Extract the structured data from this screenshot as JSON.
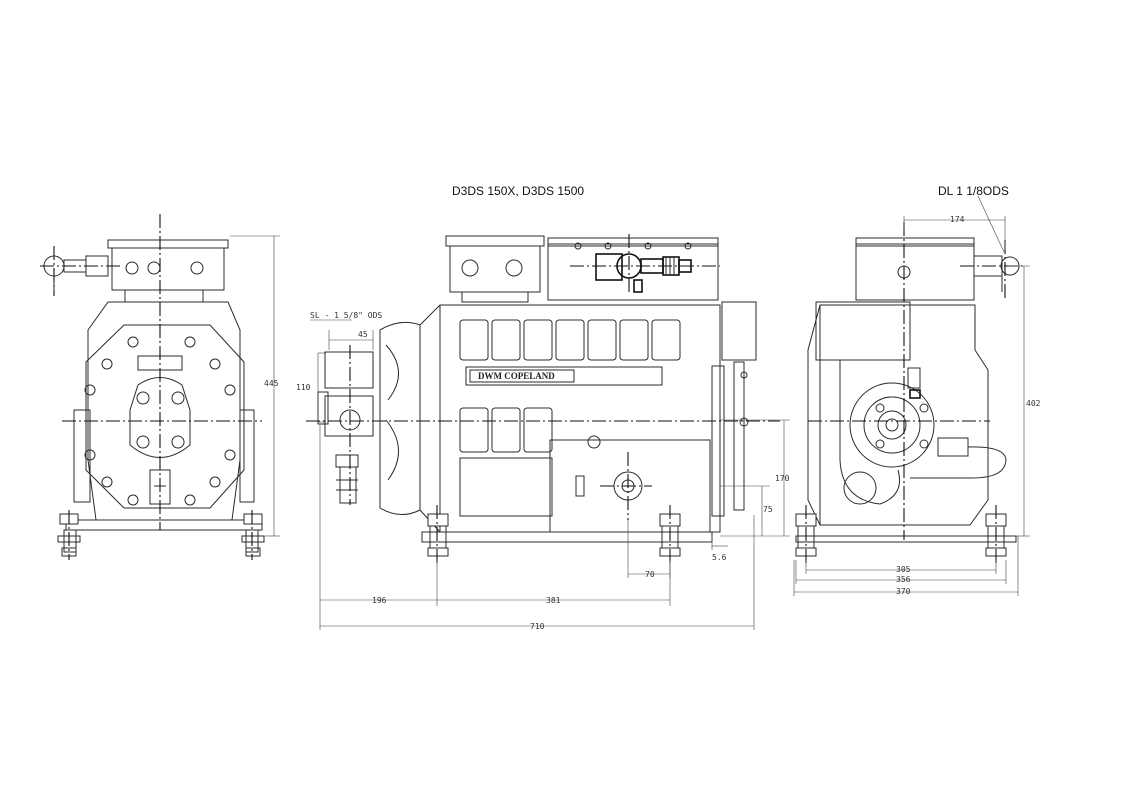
{
  "titles": {
    "model": "D3DS 150X, D3DS 1500",
    "discharge": "DL  1 1/8ODS"
  },
  "labels": {
    "suction": "SL - 1 5/8\" ODS",
    "brand": "DWM COPELAND"
  },
  "dimensions": {
    "height_left": "445",
    "suction_110": "110",
    "suction_45": "45",
    "overall_710": "710",
    "d196": "196",
    "d381": "381",
    "d70": "70",
    "d170": "170",
    "d75": "75",
    "d5_6": "5.6",
    "d174": "174",
    "d402": "402",
    "d305": "305",
    "d356": "356",
    "d370": "370"
  }
}
